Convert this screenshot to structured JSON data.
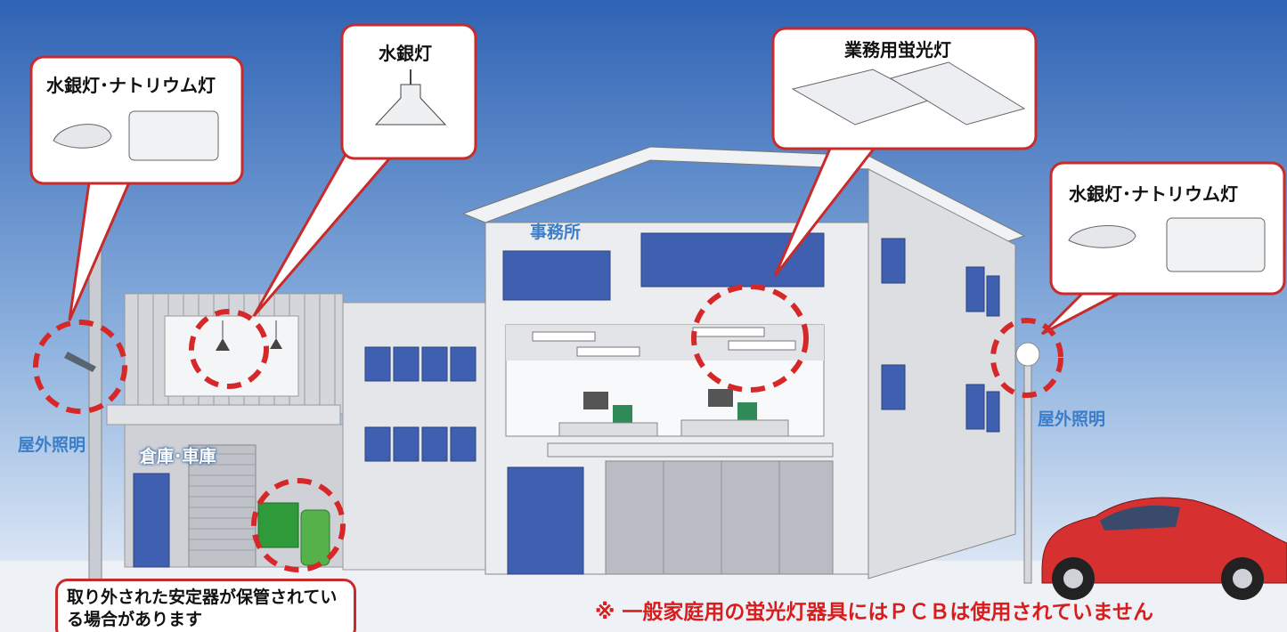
{
  "callouts": {
    "left_outdoor_lights": "水銀灯･ナトリウム灯",
    "warehouse_mercury_lamp": "水銀灯",
    "office_fluorescent": "業務用蛍光灯",
    "right_outdoor_lights": "水銀灯･ナトリウム灯"
  },
  "places": {
    "office": "事務所",
    "warehouse_garage": "倉庫･車庫",
    "outdoor_lighting_left": "屋外照明",
    "outdoor_lighting_right": "屋外照明"
  },
  "notes": {
    "stored_ballast": "取り外された安定器が保管されている場合があります",
    "footnote": "※ 一般家庭用の蛍光灯器具にはＰＣＢは使用されていません"
  },
  "colors": {
    "callout_border": "#c92a2a",
    "highlight_dash": "#d62828",
    "place_label": "#3a7dc8",
    "footnote_text": "#d91c1c",
    "window_blue": "#3f5fb0"
  }
}
